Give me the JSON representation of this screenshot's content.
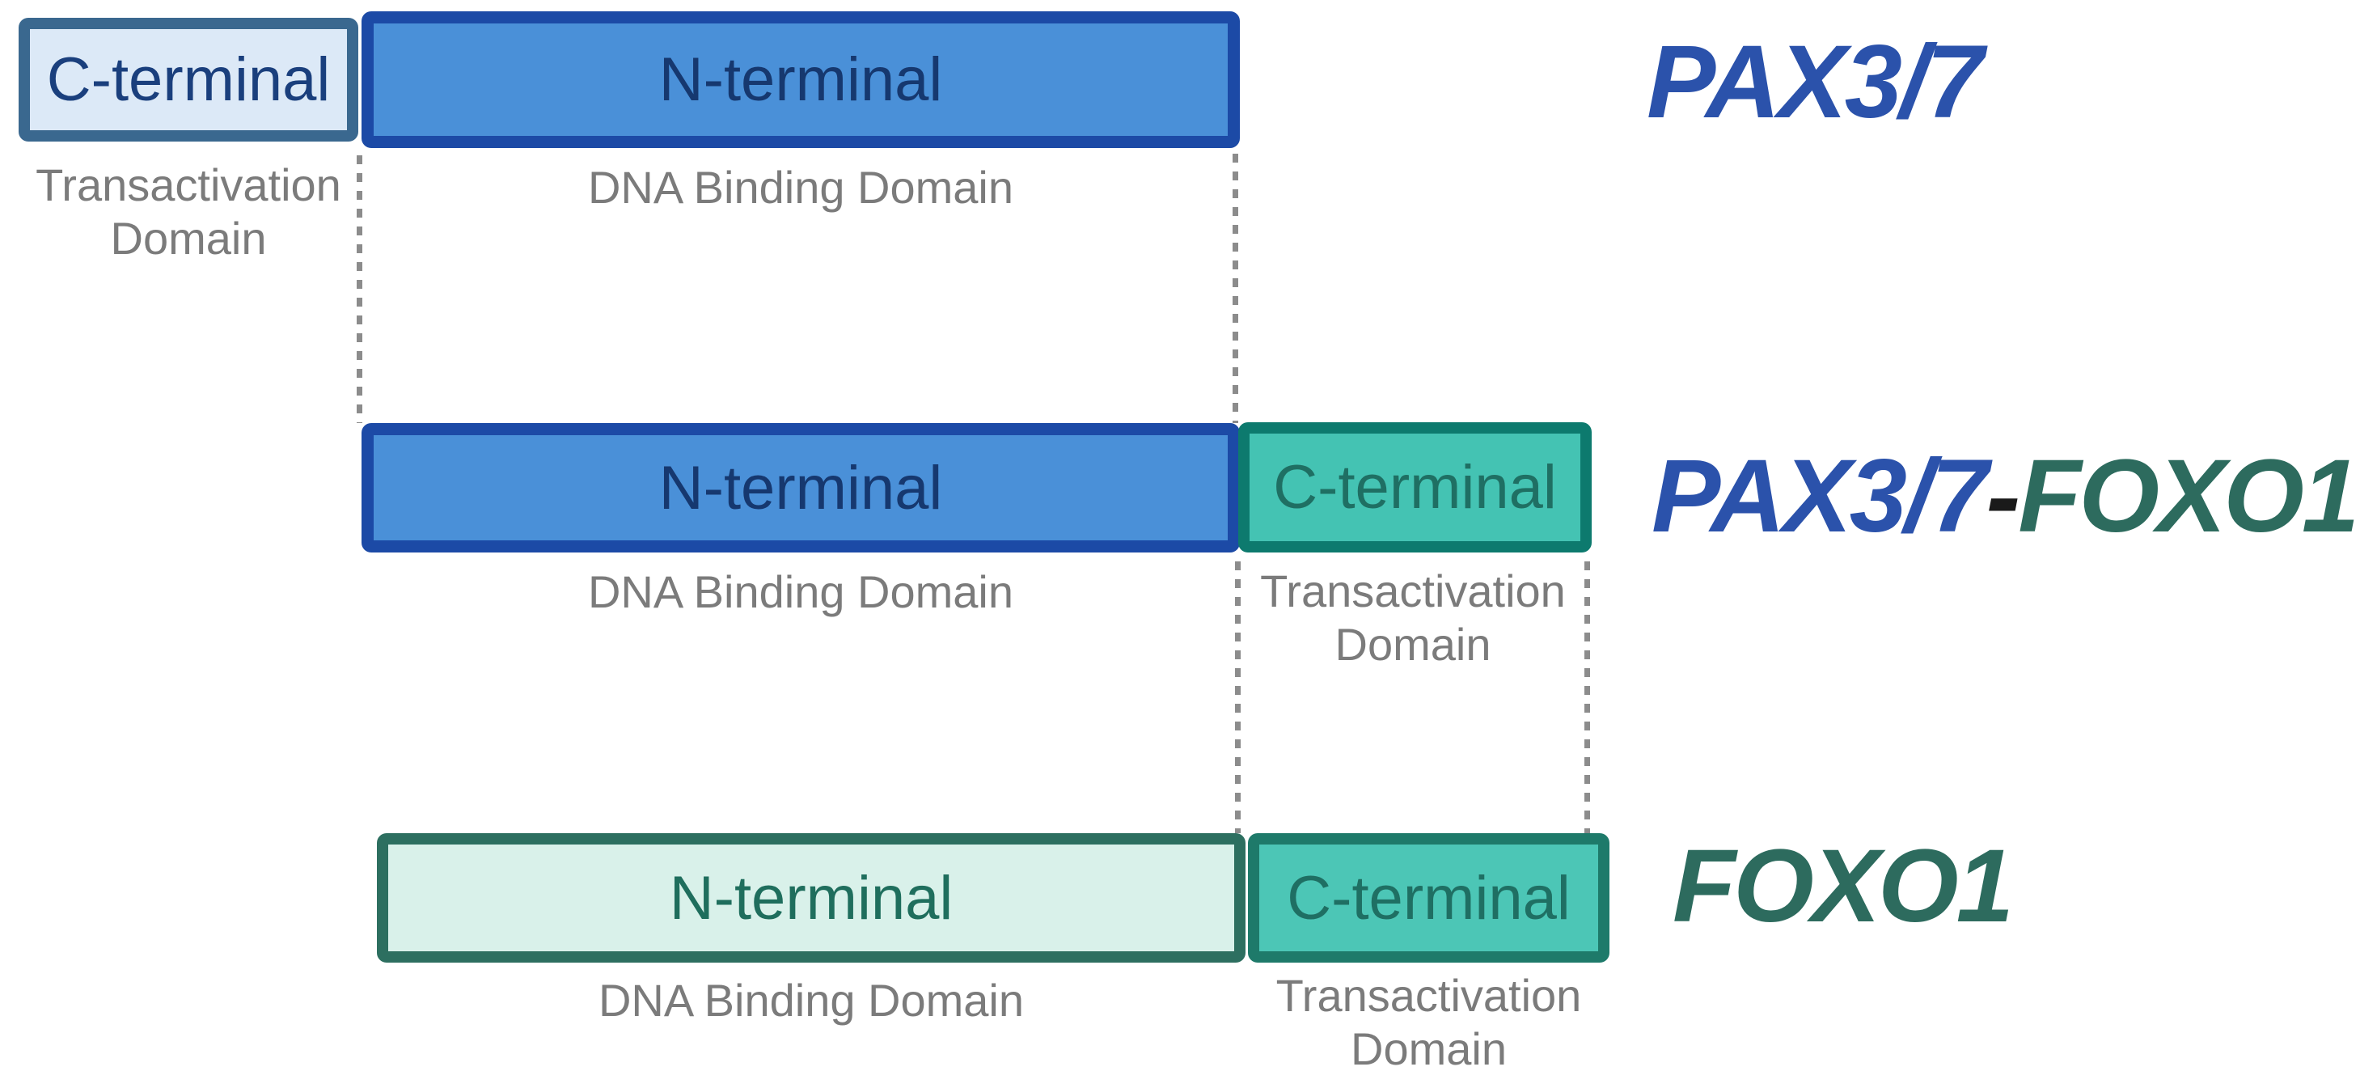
{
  "figure": {
    "description": "Protein domain structure diagram of PAX3/7, PAX3/7-FOXO1 fusion, and FOXO1",
    "rows": {
      "pax37": {
        "title": "PAX3/7",
        "cterm": {
          "label": "C-terminal",
          "domain_line1": "Transactivation",
          "domain_line2": "Domain"
        },
        "nterm": {
          "label": "N-terminal",
          "domain": "DNA Binding Domain"
        }
      },
      "fusion": {
        "title_pax": "PAX3/7",
        "title_sep": "-",
        "title_foxo": "FOXO1",
        "nterm": {
          "label": "N-terminal",
          "domain": "DNA Binding Domain"
        },
        "cterm": {
          "label": "C-terminal",
          "domain_line1": "Transactivation",
          "domain_line2": "Domain"
        }
      },
      "foxo1": {
        "title": "FOXO1",
        "nterm": {
          "label": "N-terminal",
          "domain": "DNA Binding Domain"
        },
        "cterm": {
          "label": "C-terminal",
          "domain_line1": "Transactivation",
          "domain_line2": "Domain"
        }
      }
    },
    "colors": {
      "pax_box_fill": "#4A90D8",
      "pax_box_border": "#1C4AA6",
      "pax_box_text": "#16386F",
      "pax_light_fill": "#DCE9F7",
      "pax_light_border": "#3A688F",
      "pax_light_text": "#1A3F7D",
      "foxo_box_fill": "#44C3B3",
      "foxo_box_border": "#0D7A6E",
      "foxo_box_fill_bottom": "#4CC6B6",
      "foxo_box_border_bottom": "#1E7A6A",
      "foxo_box_text": "#1F6F63",
      "foxo_light_fill": "#D9F1EA",
      "foxo_light_border": "#2D6F60",
      "foxo_light_text": "#1F6E5D",
      "title_blue": "#2B52AB",
      "title_green": "#2D6B5E",
      "title_separator": "#1A1A1A",
      "domain_label_gray": "#7B7B7B",
      "dotted_line_gray": "#8C8C8C",
      "background": "#FFFFFF"
    }
  }
}
